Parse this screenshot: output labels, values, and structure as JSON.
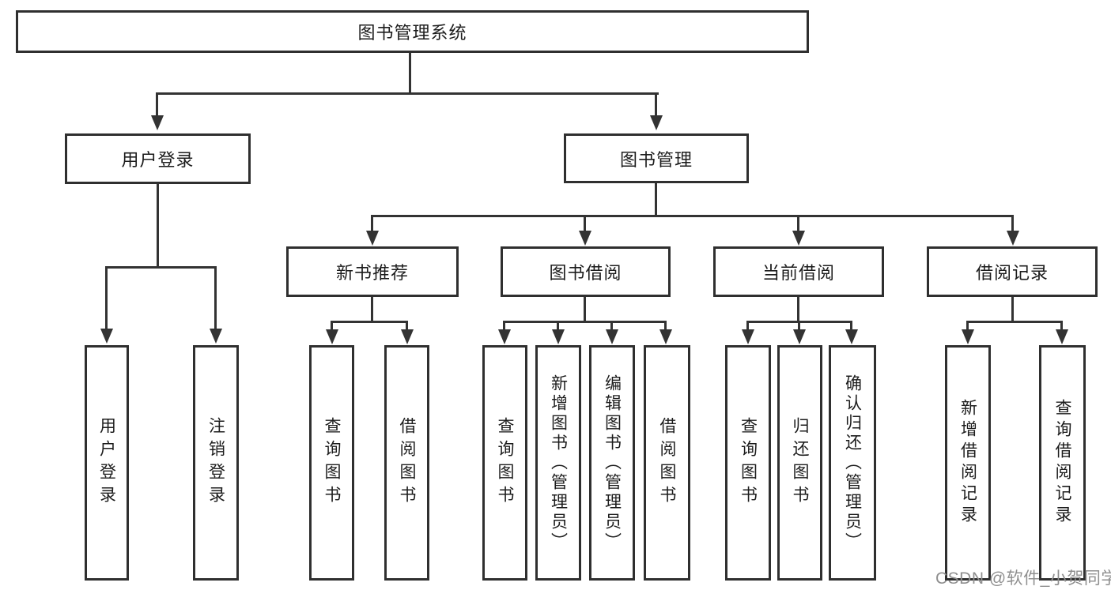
{
  "colors": {
    "line": "#333333",
    "box_border": "#2f2f2f",
    "text": "#1c1c1c",
    "background": "#ffffff",
    "watermark": "#8f8f8f"
  },
  "watermark": {
    "text": "CSDN @软件_小贺同学"
  },
  "tree": {
    "root": {
      "label": "图书管理系统"
    },
    "level1": [
      {
        "label": "用户登录",
        "children": [
          {
            "label": "用户登录"
          },
          {
            "label": "注销登录"
          }
        ]
      },
      {
        "label": "图书管理",
        "children": [
          {
            "label": "新书推荐",
            "children": [
              {
                "label": "查询图书"
              },
              {
                "label": "借阅图书"
              }
            ]
          },
          {
            "label": "图书借阅",
            "children": [
              {
                "label": "查询图书"
              },
              {
                "label": "新增图书（管理员）"
              },
              {
                "label": "编辑图书（管理员）"
              },
              {
                "label": "借阅图书"
              }
            ]
          },
          {
            "label": "当前借阅",
            "children": [
              {
                "label": "查询图书"
              },
              {
                "label": "归还图书"
              },
              {
                "label": "确认归还（管理员）"
              }
            ]
          },
          {
            "label": "借阅记录",
            "children": [
              {
                "label": "新增借阅记录"
              },
              {
                "label": "查询借阅记录"
              }
            ]
          }
        ]
      }
    ]
  }
}
